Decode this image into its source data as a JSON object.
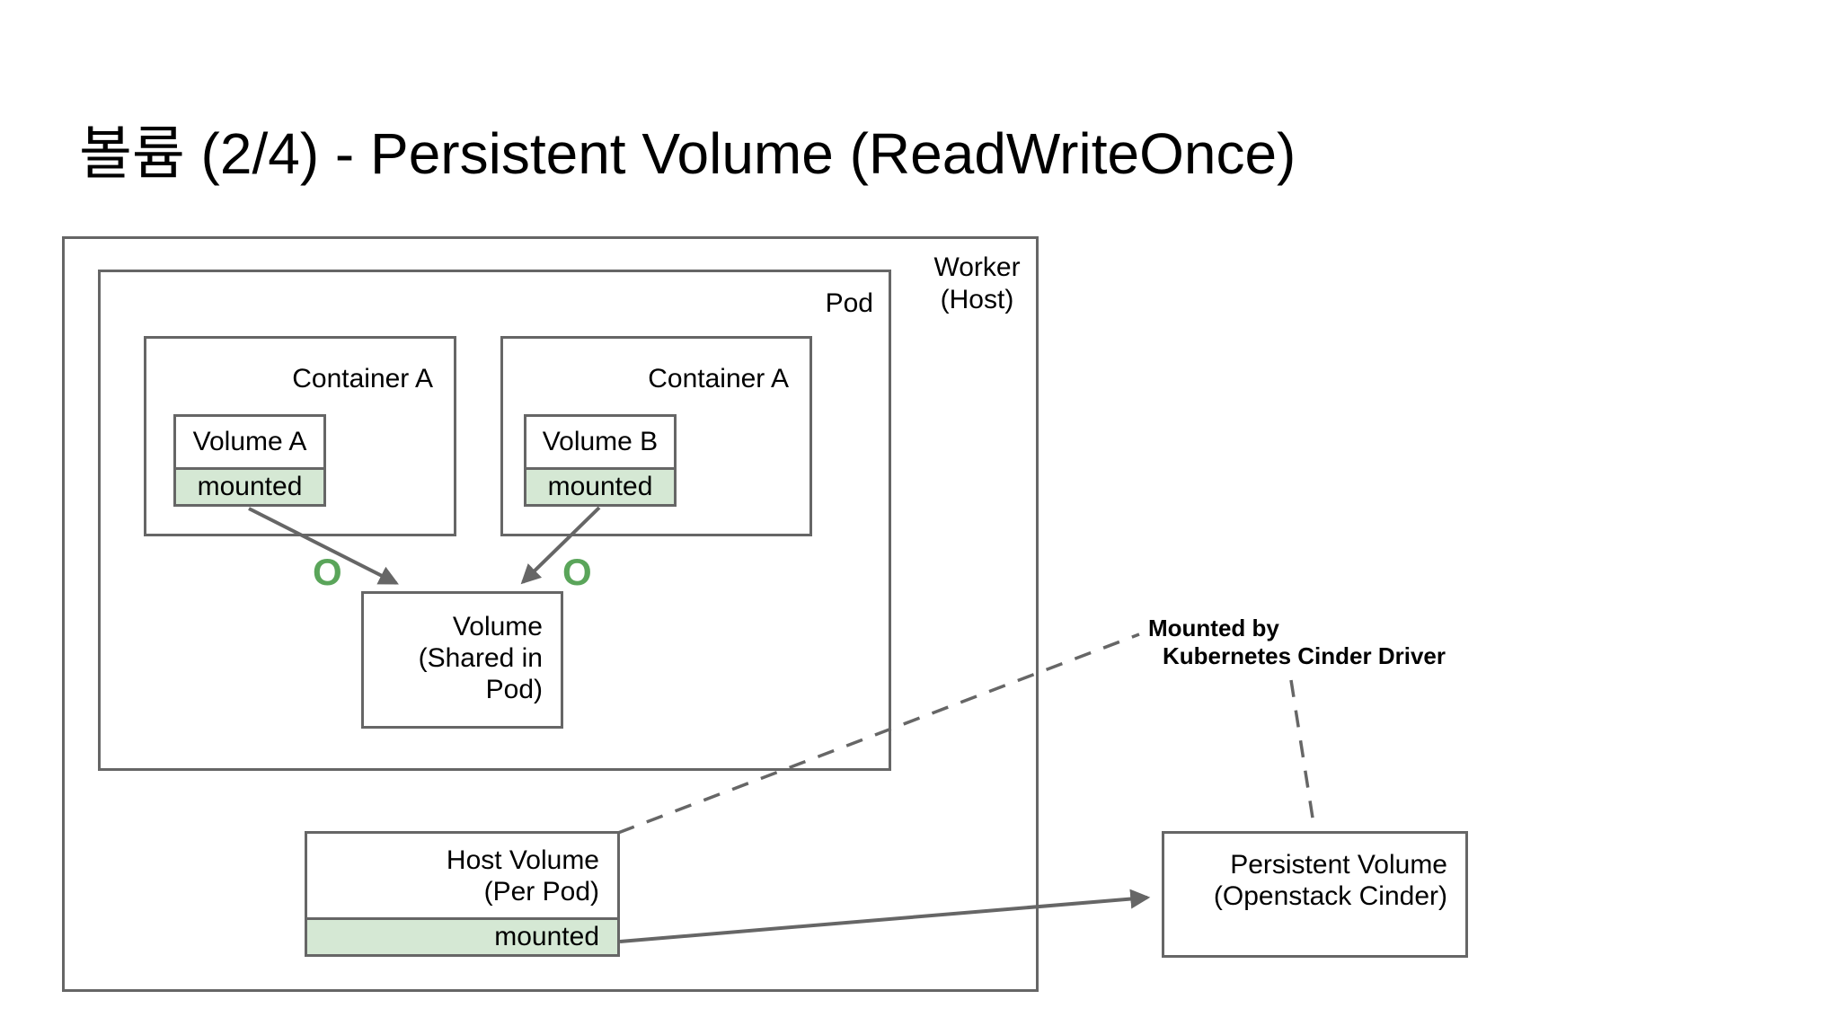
{
  "title": "볼륨 (2/4) - Persistent Volume (ReadWriteOnce)",
  "diagram": {
    "worker_label_line1": "Worker",
    "worker_label_line2": "(Host)",
    "pod_label": "Pod",
    "containers": [
      {
        "label": "Container A",
        "volume_name": "Volume A",
        "volume_status": "mounted"
      },
      {
        "label": "Container A",
        "volume_name": "Volume B",
        "volume_status": "mounted"
      }
    ],
    "shared_volume": {
      "line1": "Volume",
      "line2": "(Shared in Pod)"
    },
    "host_volume": {
      "line1": "Host Volume",
      "line2": "(Per Pod)",
      "status": "mounted"
    },
    "persistent_volume": {
      "line1": "Persistent Volume",
      "line2": "(Openstack Cinder)"
    },
    "annotation": {
      "line1": "Mounted by",
      "line2": "Kubernetes Cinder Driver"
    },
    "mount_markers": {
      "left": "O",
      "right": "O"
    }
  },
  "colors": {
    "background": "#ffffff",
    "border": "#666666",
    "line": "#666666",
    "mounted_fill": "#d5e8d4",
    "marker_green": "#5aa55a",
    "text": "#000000"
  }
}
